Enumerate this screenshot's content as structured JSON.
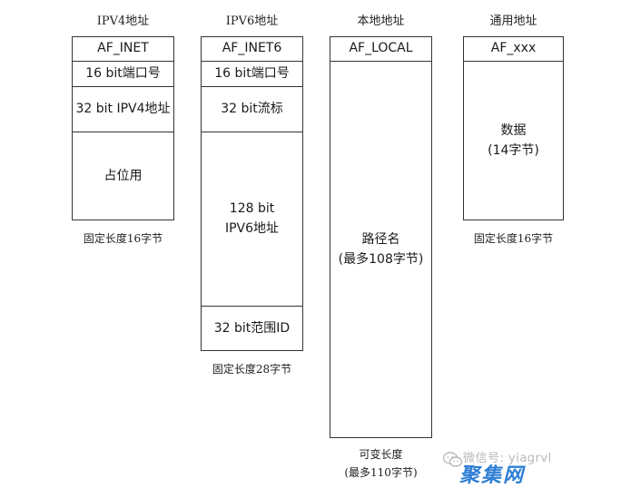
{
  "columns": [
    {
      "title": "IPV4地址",
      "cells": [
        {
          "lines": [
            "AF_INET"
          ]
        },
        {
          "lines": [
            "16 bit端口号"
          ]
        },
        {
          "lines": [
            "32 bit IPV4地址"
          ]
        },
        {
          "lines": [
            "占位用"
          ]
        }
      ],
      "caption": [
        "固定长度16字节"
      ]
    },
    {
      "title": "IPV6地址",
      "cells": [
        {
          "lines": [
            "AF_INET6"
          ]
        },
        {
          "lines": [
            "16 bit端口号"
          ]
        },
        {
          "lines": [
            "32 bit流标"
          ]
        },
        {
          "lines": [
            "128 bit",
            "IPV6地址"
          ]
        },
        {
          "lines": [
            "32 bit范围ID"
          ]
        }
      ],
      "caption": [
        "固定长度28字节"
      ]
    },
    {
      "title": "本地地址",
      "cells": [
        {
          "lines": [
            "AF_LOCAL"
          ]
        },
        {
          "lines": [
            "路径名",
            "(最多108字节)"
          ]
        }
      ],
      "caption": [
        "可变长度",
        "(最多110字节)"
      ]
    },
    {
      "title": "通用地址",
      "cells": [
        {
          "lines": [
            "AF_xxx"
          ]
        },
        {
          "lines": [
            "数据",
            "(14字节)"
          ]
        }
      ],
      "caption": [
        "固定长度16字节"
      ]
    }
  ],
  "watermark": {
    "line1": "微信号: yiagrvl",
    "line2": "聚集网",
    "icon": "wechat-icon"
  }
}
